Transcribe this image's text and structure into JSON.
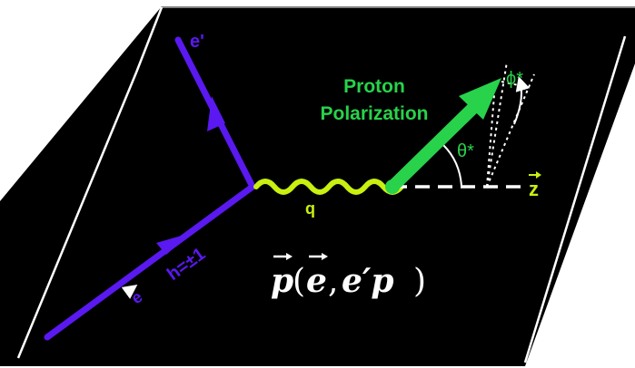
{
  "colors": {
    "background": "#ffffff",
    "plane": "#000000",
    "electron": "#5a19f0",
    "photon": "#c8f010",
    "proton": "#28d24b",
    "axis": "#ffffff",
    "formula": "#ffffff"
  },
  "labels": {
    "electron_in": "e",
    "electron_out": "e'",
    "helicity": "h=±1",
    "photon": "q",
    "polarization_line1": "Proton",
    "polarization_line2": "Polarization",
    "theta": "θ*",
    "phi": "ϕ*",
    "z_axis": "z",
    "formula_p": "p",
    "formula_open": "(",
    "formula_e": "e",
    "formula_comma": ",",
    "formula_eprime": "e′p",
    "formula_close": ")"
  },
  "icons": {
    "electron_arrow": "arrow-icon",
    "vector_arrow": "vector-arrow-icon"
  }
}
